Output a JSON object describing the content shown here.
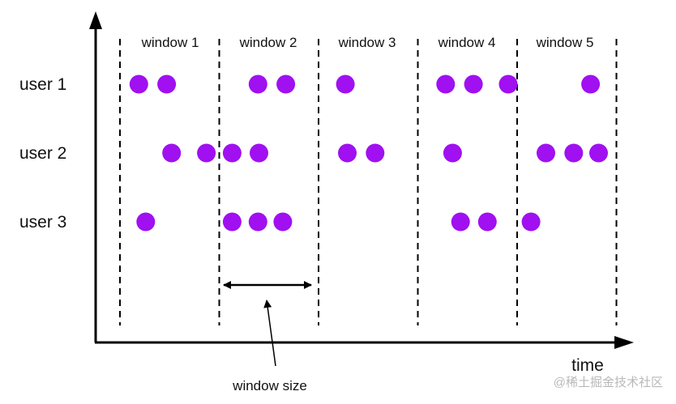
{
  "window_labels": [
    "window 1",
    "window 2",
    "window 3",
    "window 4",
    "window 5"
  ],
  "row_labels": [
    "user 1",
    "user 2",
    "user 3"
  ],
  "x_axis_label": "time",
  "annotation": "window size",
  "watermark": "@稀土掘金技术社区",
  "colors": {
    "event": "#a010f0",
    "line": "#000000",
    "text": "#111111",
    "watermark": "#b8b8b8"
  },
  "events": [
    {
      "row": 0,
      "t": 0.19
    },
    {
      "row": 0,
      "t": 0.47
    },
    {
      "row": 0,
      "t": 1.39
    },
    {
      "row": 0,
      "t": 1.67
    },
    {
      "row": 0,
      "t": 2.27
    },
    {
      "row": 0,
      "t": 3.28
    },
    {
      "row": 0,
      "t": 3.56
    },
    {
      "row": 0,
      "t": 3.91
    },
    {
      "row": 0,
      "t": 4.74
    },
    {
      "row": 1,
      "t": 0.52
    },
    {
      "row": 1,
      "t": 0.87
    },
    {
      "row": 1,
      "t": 1.13
    },
    {
      "row": 1,
      "t": 1.4
    },
    {
      "row": 1,
      "t": 2.29
    },
    {
      "row": 1,
      "t": 2.57
    },
    {
      "row": 1,
      "t": 3.35
    },
    {
      "row": 1,
      "t": 4.29
    },
    {
      "row": 1,
      "t": 4.57
    },
    {
      "row": 1,
      "t": 4.82
    },
    {
      "row": 2,
      "t": 0.26
    },
    {
      "row": 2,
      "t": 1.13
    },
    {
      "row": 2,
      "t": 1.39
    },
    {
      "row": 2,
      "t": 1.64
    },
    {
      "row": 2,
      "t": 3.43
    },
    {
      "row": 2,
      "t": 3.7
    },
    {
      "row": 2,
      "t": 4.14
    }
  ]
}
